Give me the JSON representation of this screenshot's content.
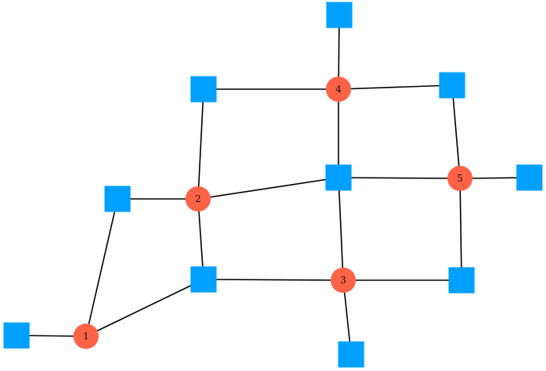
{
  "colors": {
    "circle_node": "#ff6347",
    "square_node": "#00a0ff",
    "edge": "#000000",
    "background": "#ffffff"
  },
  "nodes": [
    {
      "id": "c1",
      "shape": "circle",
      "label": "1"
    },
    {
      "id": "c2",
      "shape": "circle",
      "label": "2"
    },
    {
      "id": "c3",
      "shape": "circle",
      "label": "3"
    },
    {
      "id": "c4",
      "shape": "circle",
      "label": "4"
    },
    {
      "id": "c5",
      "shape": "circle",
      "label": "5"
    },
    {
      "id": "s_top",
      "shape": "square",
      "label": ""
    },
    {
      "id": "s_upleft",
      "shape": "square",
      "label": ""
    },
    {
      "id": "s_upright",
      "shape": "square",
      "label": ""
    },
    {
      "id": "s_center",
      "shape": "square",
      "label": ""
    },
    {
      "id": "s_right",
      "shape": "square",
      "label": ""
    },
    {
      "id": "s_left",
      "shape": "square",
      "label": ""
    },
    {
      "id": "s_lowmid",
      "shape": "square",
      "label": ""
    },
    {
      "id": "s_lowright",
      "shape": "square",
      "label": ""
    },
    {
      "id": "s_farleft",
      "shape": "square",
      "label": ""
    },
    {
      "id": "s_bottom",
      "shape": "square",
      "label": ""
    }
  ],
  "edges": [
    [
      "s_top",
      "c4"
    ],
    [
      "s_upleft",
      "c4"
    ],
    [
      "c4",
      "s_upright"
    ],
    [
      "s_upleft",
      "c2"
    ],
    [
      "c4",
      "s_center"
    ],
    [
      "s_upright",
      "c5"
    ],
    [
      "s_center",
      "c5"
    ],
    [
      "c5",
      "s_right"
    ],
    [
      "s_left",
      "c2"
    ],
    [
      "c2",
      "s_center"
    ],
    [
      "c2",
      "s_lowmid"
    ],
    [
      "s_center",
      "c3"
    ],
    [
      "s_lowmid",
      "c3"
    ],
    [
      "c3",
      "s_lowright"
    ],
    [
      "c5",
      "s_lowright"
    ],
    [
      "s_left",
      "c1"
    ],
    [
      "s_lowmid",
      "c1"
    ],
    [
      "s_farleft",
      "c1"
    ],
    [
      "c3",
      "s_bottom"
    ]
  ]
}
